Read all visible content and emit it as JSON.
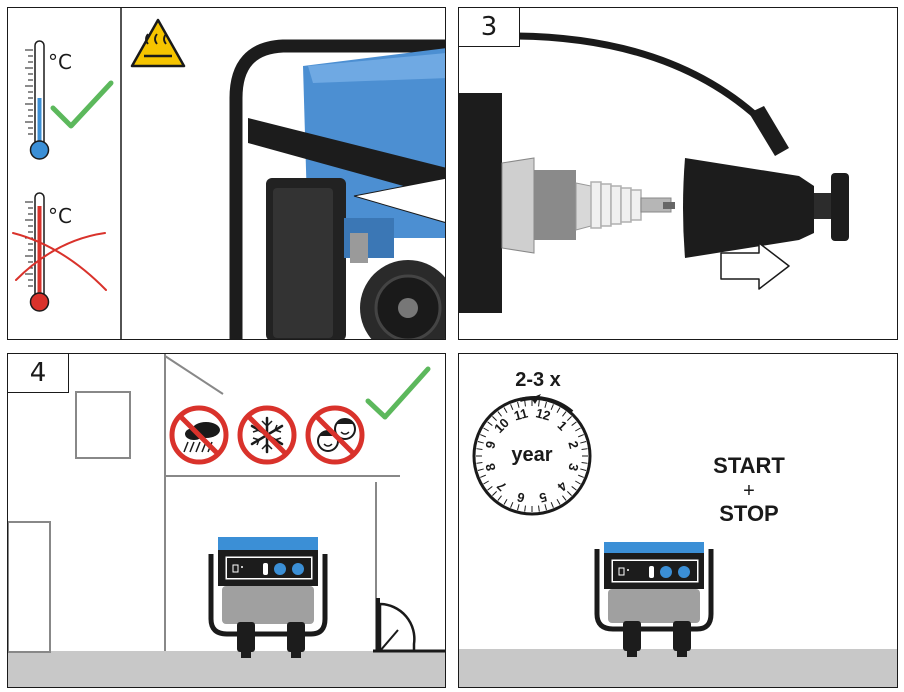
{
  "colors": {
    "accent_blue": "#3b8fd6",
    "check_green": "#5cb85c",
    "warning_red": "#d9322b",
    "ground_gray": "#c8c8c8",
    "warning_yellow": "#f5c400"
  },
  "panel_tl": {
    "unit_ok": "°C",
    "unit_bad": "°C",
    "icons": [
      "thermometer-cold-icon",
      "check-icon",
      "thermometer-hot-icon",
      "cross-icon",
      "hot-surface-warning-icon"
    ]
  },
  "panel_tr": {
    "step": "3",
    "icons": [
      "spark-plug-icon",
      "spark-plug-cap-icon",
      "pull-direction-arrow-icon"
    ]
  },
  "panel_bl": {
    "step": "4",
    "icons": [
      "no-rain-icon",
      "no-frost-icon",
      "no-children-icon",
      "check-icon",
      "generator-icon"
    ]
  },
  "panel_br": {
    "frequency": "2-3 x",
    "dial_center": "year",
    "months": [
      "12",
      "1",
      "2",
      "3",
      "4",
      "5",
      "6",
      "7",
      "8",
      "9",
      "10",
      "11"
    ],
    "start": "START",
    "plus": "+",
    "stop": "STOP",
    "icons": [
      "calendar-dial-icon",
      "generator-icon"
    ]
  }
}
